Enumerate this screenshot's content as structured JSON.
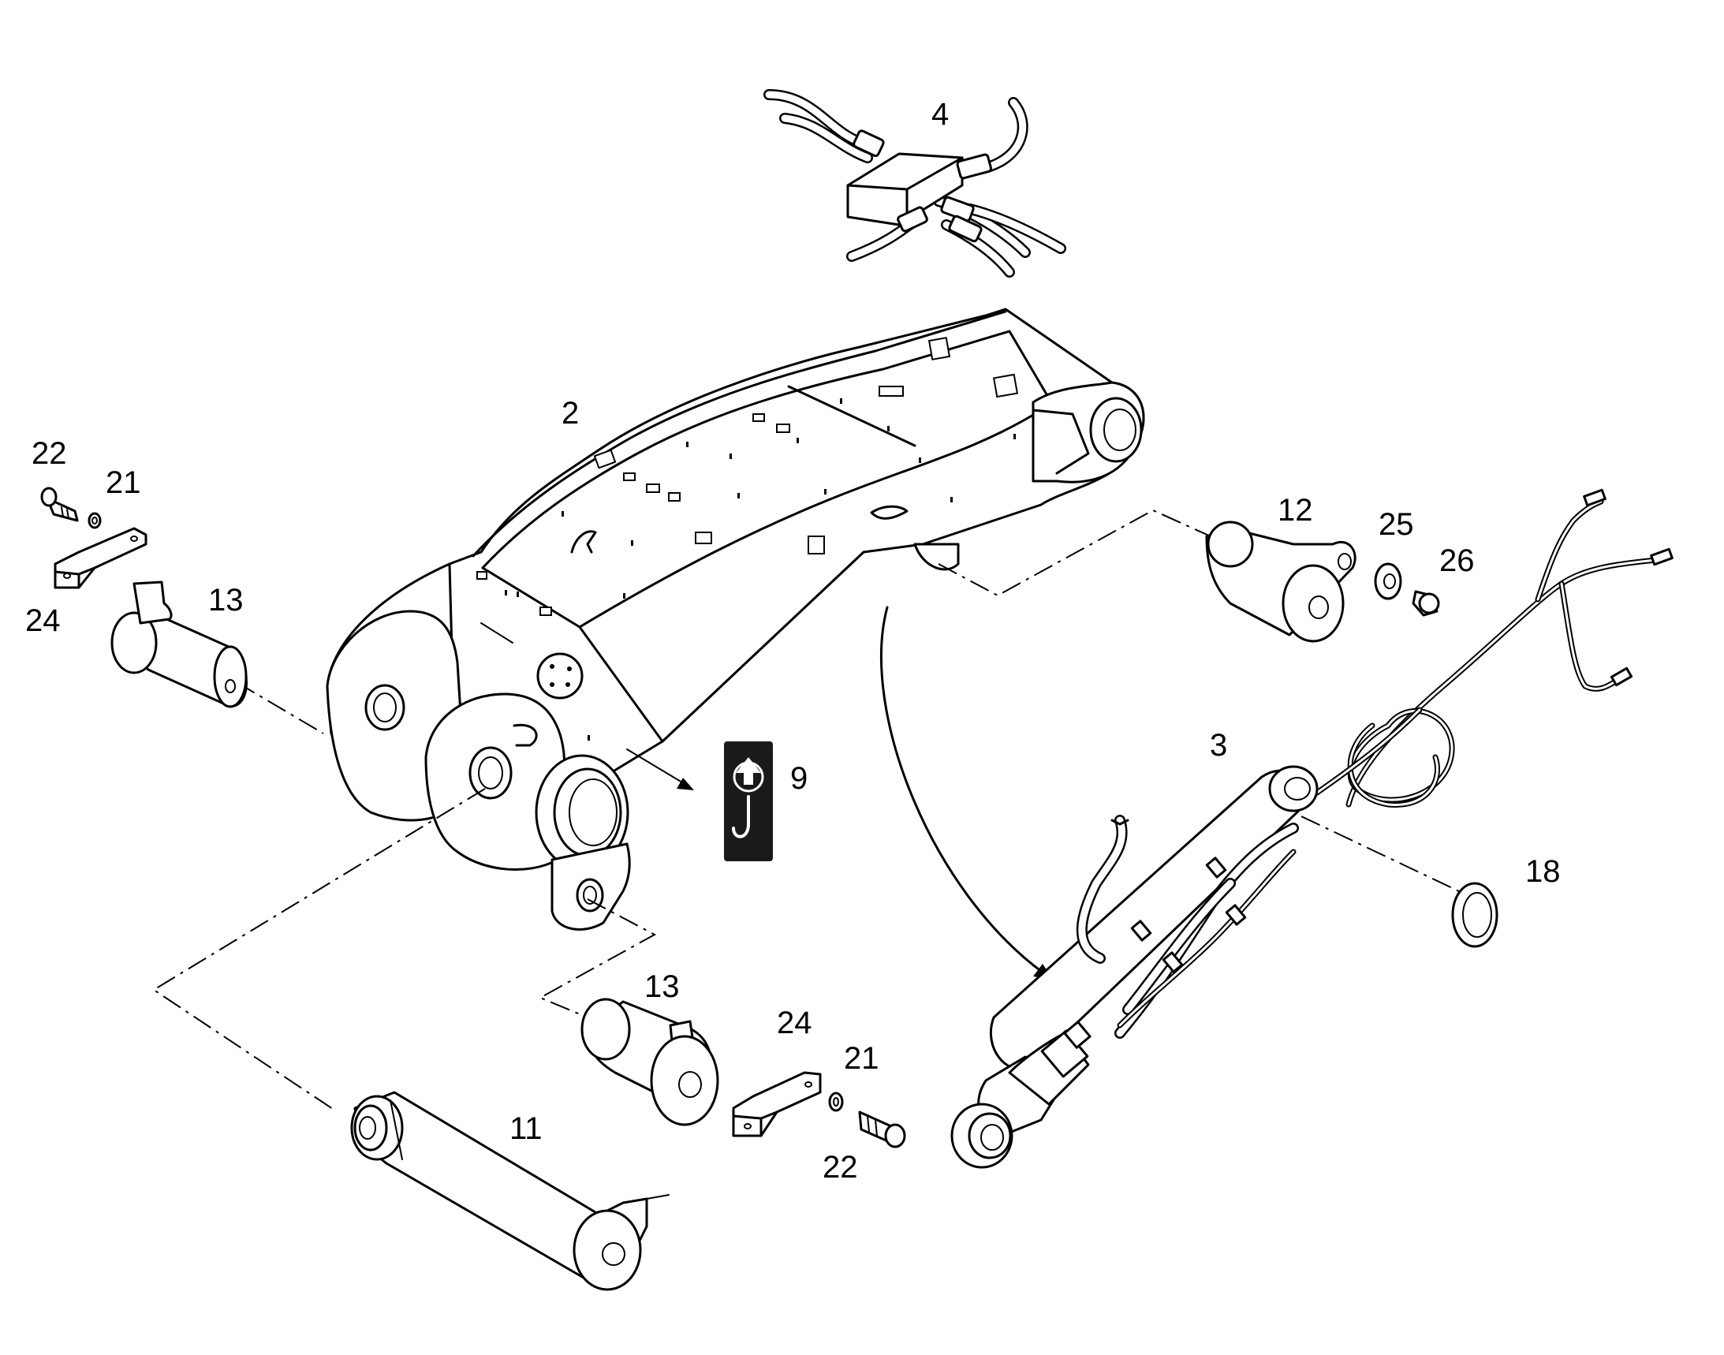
{
  "callouts": {
    "p2": "2",
    "p3": "3",
    "p4": "4",
    "p9": "9",
    "p11": "11",
    "p12": "12",
    "p13_top": "13",
    "p13_bottom": "13",
    "p18": "18",
    "p21_top": "21",
    "p21_bottom": "21",
    "p22_top": "22",
    "p22_bottom": "22",
    "p24_top": "24",
    "p24_bottom": "24",
    "p25": "25",
    "p26": "26"
  },
  "decal": {
    "icon": "lifting-hook-icon",
    "color": "#1a1a1a"
  }
}
